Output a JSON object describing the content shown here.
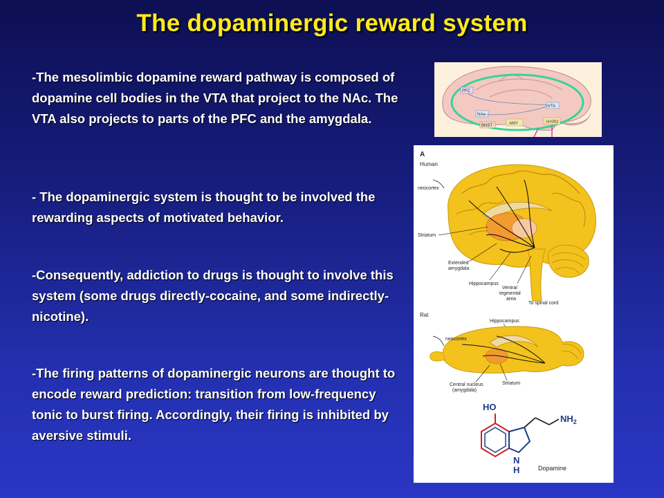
{
  "slide": {
    "title": "The dopaminergic reward system",
    "paragraphs": [
      "-The mesolimbic dopamine reward pathway is composed of dopamine cell bodies in the VTA that project to the NAc. The VTA also projects to parts of the PFC and the amygdala.",
      "- The dopaminergic system is thought to be involved the rewarding aspects of motivated behavior.",
      "-Consequently, addiction to drugs is thought to involve this system (some drugs directly-cocaine, and some indirectly-nicotine).",
      "-The firing patterns of dopaminergic neurons are thought to encode reward prediction: transition from low-frequency tonic to burst firing. Accordingly, their firing is inhibited by aversive stimuli."
    ]
  },
  "figure_top": {
    "labels": {
      "pfc": "PFC",
      "nac": "NAc",
      "vta": "VTA",
      "bnst": "BNST",
      "amy": "AMY",
      "hypo": "HYPO"
    }
  },
  "figure_main": {
    "panel_label": "A",
    "human": {
      "title": "Human",
      "labels": {
        "neocortex": "neocortex",
        "striatum": "Striatum",
        "extended_amygdala_1": "Extended",
        "extended_amygdala_2": "amygdala",
        "hippocampus": "Hippocampus",
        "vta_1": "Ventral",
        "vta_2": "tegmental",
        "vta_3": "area",
        "spinal": "To spinal cord"
      }
    },
    "rat": {
      "title": "Rat",
      "labels": {
        "hippocampus": "Hippocampus",
        "neocortex": "neocortex",
        "central_1": "Central nucleus",
        "central_2": "(amygdala)",
        "striatum": "Striatum"
      }
    },
    "molecule": {
      "ho": "HO",
      "nh2": "NH",
      "nh2_sub": "2",
      "n": "N",
      "h": "H",
      "name": "Dopamine"
    }
  },
  "colors": {
    "title": "#ffeb1a",
    "text": "#ffffff",
    "brain_yellow": "#f2c21a",
    "brain_orange": "#f29a2a",
    "ring_green": "#3bd9a0"
  }
}
